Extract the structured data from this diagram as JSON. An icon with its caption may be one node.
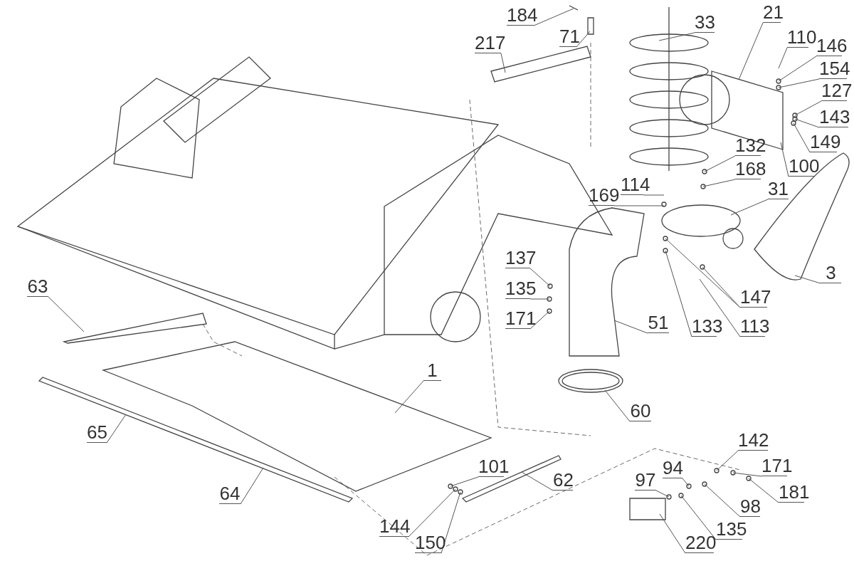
{
  "diagram": {
    "nodes": [
      {
        "text": [
          "184"
        ]
      },
      {
        "text": [
          "21"
        ]
      },
      {
        "text": [
          "33"
        ]
      },
      {
        "text": [
          "71"
        ]
      },
      {
        "text": [
          "110"
        ]
      },
      {
        "text": [
          "217"
        ]
      },
      {
        "text": [
          "146"
        ]
      },
      {
        "text": [
          "154"
        ]
      },
      {
        "text": [
          "127"
        ]
      },
      {
        "text": [
          "143"
        ]
      },
      {
        "text": [
          "149"
        ]
      },
      {
        "text": [
          "132"
        ]
      },
      {
        "text": [
          "100"
        ]
      },
      {
        "text": [
          "168"
        ]
      },
      {
        "text": [
          "114"
        ]
      },
      {
        "text": [
          "31"
        ]
      },
      {
        "text": [
          "169"
        ]
      },
      {
        "text": [
          "137"
        ]
      },
      {
        "text": [
          "3"
        ]
      },
      {
        "text": [
          "63"
        ]
      },
      {
        "text": [
          "135"
        ]
      },
      {
        "text": [
          "147"
        ]
      },
      {
        "text": [
          "171"
        ]
      },
      {
        "text": [
          "51"
        ]
      },
      {
        "text": [
          "133"
        ]
      },
      {
        "text": [
          "113"
        ]
      },
      {
        "text": [
          "1"
        ]
      },
      {
        "text": [
          "60"
        ]
      },
      {
        "text": [
          "65"
        ]
      },
      {
        "text": [
          "142"
        ]
      },
      {
        "text": [
          "101"
        ]
      },
      {
        "text": [
          "171"
        ]
      },
      {
        "text": [
          "94"
        ]
      },
      {
        "text": [
          "62"
        ]
      },
      {
        "text": [
          "97"
        ]
      },
      {
        "text": [
          "64"
        ]
      },
      {
        "text": [
          "98"
        ]
      },
      {
        "text": [
          "181"
        ]
      },
      {
        "text": [
          "135"
        ]
      },
      {
        "text": [
          "144"
        ]
      },
      {
        "text": [
          "220"
        ]
      },
      {
        "text": [
          "150"
        ]
      }
    ],
    "edges": [
      {
        "from": 0,
        "to": null,
        "arrow": "none"
      },
      {
        "from": 1,
        "to": null,
        "arrow": "none"
      },
      {
        "from": 2,
        "to": null,
        "arrow": "none"
      },
      {
        "from": 3,
        "to": null,
        "arrow": "none"
      },
      {
        "from": 4,
        "to": null,
        "arrow": "none"
      },
      {
        "from": 5,
        "to": null,
        "arrow": "none"
      },
      {
        "from": 6,
        "to": null,
        "arrow": "none"
      },
      {
        "from": 7,
        "to": null,
        "arrow": "none"
      },
      {
        "from": 8,
        "to": null,
        "arrow": "none"
      },
      {
        "from": 9,
        "to": null,
        "arrow": "none"
      },
      {
        "from": 10,
        "to": null,
        "arrow": "none"
      },
      {
        "from": 11,
        "to": null,
        "arrow": "none"
      },
      {
        "from": 12,
        "to": null,
        "arrow": "none"
      },
      {
        "from": 13,
        "to": null,
        "arrow": "none"
      },
      {
        "from": 14,
        "to": null,
        "arrow": "none"
      },
      {
        "from": 15,
        "to": null,
        "arrow": "none"
      },
      {
        "from": 16,
        "to": null,
        "arrow": "none"
      },
      {
        "from": 17,
        "to": null,
        "arrow": "none"
      },
      {
        "from": 18,
        "to": null,
        "arrow": "none"
      },
      {
        "from": 19,
        "to": null,
        "arrow": "none"
      },
      {
        "from": 20,
        "to": null,
        "arrow": "none"
      },
      {
        "from": 21,
        "to": null,
        "arrow": "none"
      },
      {
        "from": 21,
        "to": null,
        "arrow": "none"
      },
      {
        "from": 22,
        "to": null,
        "arrow": "none"
      },
      {
        "from": 23,
        "to": null,
        "arrow": "none"
      },
      {
        "from": 24,
        "to": null,
        "arrow": "none"
      },
      {
        "from": 25,
        "to": null,
        "arrow": "none"
      },
      {
        "from": 26,
        "to": null,
        "arrow": "none"
      },
      {
        "from": 27,
        "to": null,
        "arrow": "none"
      },
      {
        "from": 28,
        "to": null,
        "arrow": "none"
      },
      {
        "from": 29,
        "to": null,
        "arrow": "none"
      },
      {
        "from": 30,
        "to": null,
        "arrow": "none"
      },
      {
        "from": 31,
        "to": null,
        "arrow": "none"
      },
      {
        "from": 32,
        "to": null,
        "arrow": "none"
      },
      {
        "from": 33,
        "to": null,
        "arrow": "none"
      },
      {
        "from": 34,
        "to": null,
        "arrow": "none"
      },
      {
        "from": 35,
        "to": null,
        "arrow": "none"
      },
      {
        "from": 36,
        "to": null,
        "arrow": "none"
      },
      {
        "from": 37,
        "to": null,
        "arrow": "none"
      },
      {
        "from": 38,
        "to": null,
        "arrow": "none"
      },
      {
        "from": 39,
        "to": null,
        "arrow": "none"
      },
      {
        "from": 40,
        "to": null,
        "arrow": "none"
      },
      {
        "from": 41,
        "to": null,
        "arrow": "none"
      }
    ]
  }
}
